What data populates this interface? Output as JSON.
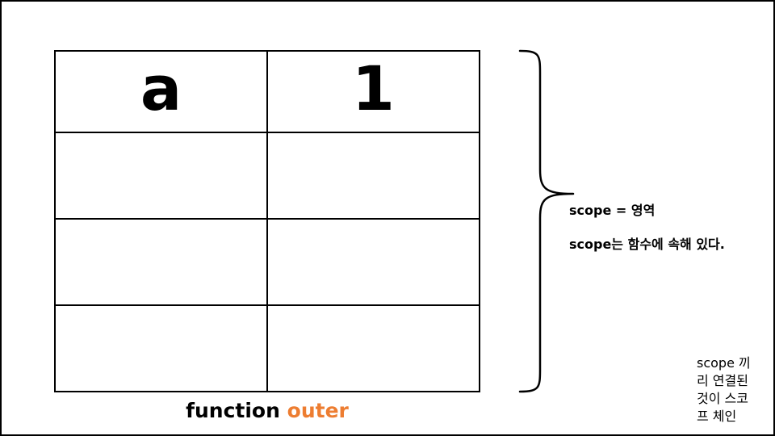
{
  "table": {
    "rows": [
      [
        "a",
        "1"
      ],
      [
        "",
        ""
      ],
      [
        "",
        ""
      ],
      [
        "",
        ""
      ]
    ]
  },
  "caption": {
    "keyword": "function",
    "name": "outer"
  },
  "notes": {
    "definition": "scope = 영역",
    "statement": "scope는 함수에 속해 있다."
  },
  "side_note": {
    "lines": [
      "scope 끼",
      "리 연결된",
      "것이 스코",
      "프 체인"
    ]
  },
  "colors": {
    "accent": "#ED7D31",
    "line": "#000000"
  }
}
